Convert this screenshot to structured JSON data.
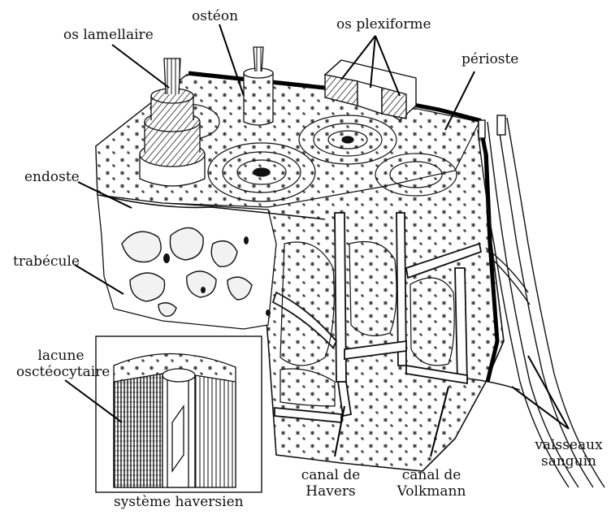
{
  "labels": {
    "os_lamellaire": "os lamellaire",
    "osteon": "ostéon",
    "os_plexiforme": "os plexiforme",
    "perioste": "périoste",
    "endoste": "endoste",
    "trabecule": "trabécule",
    "lacune_line1": "lacune",
    "lacune_line2": "osctéocytaire",
    "systeme_haversien": "système haversien",
    "canal_havers_line1": "canal de",
    "canal_havers_line2": "Havers",
    "canal_volkmann_line1": "canal de",
    "canal_volkmann_line2": "Volkmann",
    "vaisseaux_line1": "vaisseaux",
    "vaisseaux_line2": "sanguin"
  },
  "colors": {
    "ink": "#111111",
    "paper": "#ffffff",
    "tissue": "#f4f4f4"
  }
}
